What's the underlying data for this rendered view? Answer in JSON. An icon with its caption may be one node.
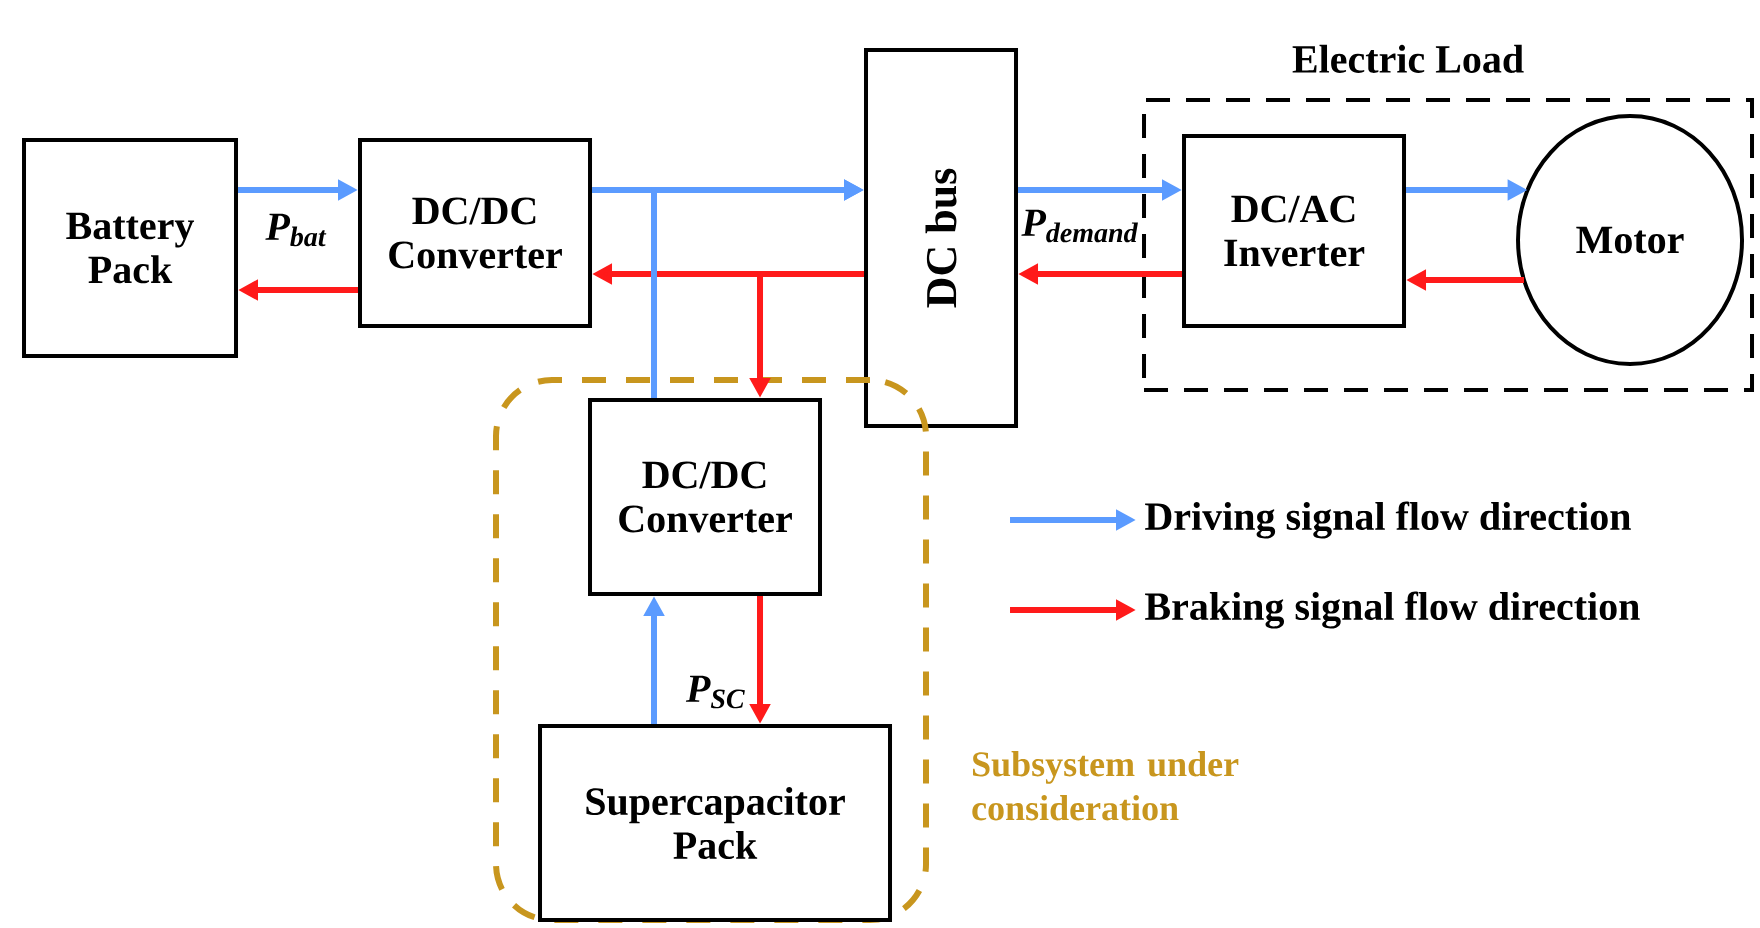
{
  "diagram": {
    "nodes": [
      {
        "text": [
          "Battery Pack"
        ]
      },
      {
        "text": [
          "DC/DC Converter"
        ]
      },
      {
        "text": [
          "DC bus"
        ]
      },
      {
        "text": [
          "Electric Load"
        ]
      },
      {
        "text": [
          "DC/AC Inverter"
        ],
        "in": 3
      },
      {
        "text": [
          "Motor"
        ],
        "in": 3
      },
      {
        "text": [
          "Subsystem under consideration"
        ]
      },
      {
        "text": [
          "DC/DC Converter"
        ],
        "in": 6
      },
      {
        "text": [
          "Supercapacitor Pack"
        ],
        "in": 6
      }
    ],
    "edges": [
      {
        "from": 0,
        "to": 1,
        "arrow": "to",
        "color": "#5b9bff"
      },
      {
        "from": 1,
        "to": 0,
        "arrow": "to",
        "color": "#ff1a1a",
        "label": "P$_{bat}$"
      },
      {
        "from": 1,
        "to": 2,
        "arrow": "to",
        "color": "#5b9bff"
      },
      {
        "from": 2,
        "to": 1,
        "arrow": "to",
        "color": "#ff1a1a"
      },
      {
        "from": 7,
        "to": 2,
        "arrow": "to",
        "color": "#5b9bff"
      },
      {
        "from": 2,
        "to": 7,
        "arrow": "to",
        "color": "#ff1a1a"
      },
      {
        "from": 2,
        "to": 4,
        "arrow": "to",
        "color": "#5b9bff"
      },
      {
        "from": 4,
        "to": 2,
        "arrow": "to",
        "color": "#ff1a1a",
        "label": "P$_{demand}$"
      },
      {
        "from": 4,
        "to": 5,
        "arrow": "to",
        "color": "#5b9bff"
      },
      {
        "from": 5,
        "to": 4,
        "arrow": "to",
        "color": "#ff1a1a"
      },
      {
        "from": 8,
        "to": 7,
        "arrow": "to",
        "color": "#5b9bff"
      },
      {
        "from": 7,
        "to": 8,
        "arrow": "to",
        "color": "#ff1a1a",
        "label": "P$_{SC}$"
      }
    ],
    "legend": [
      {
        "text": "Driving signal flow direction"
      },
      {
        "text": "Braking signal flow direction"
      }
    ]
  }
}
